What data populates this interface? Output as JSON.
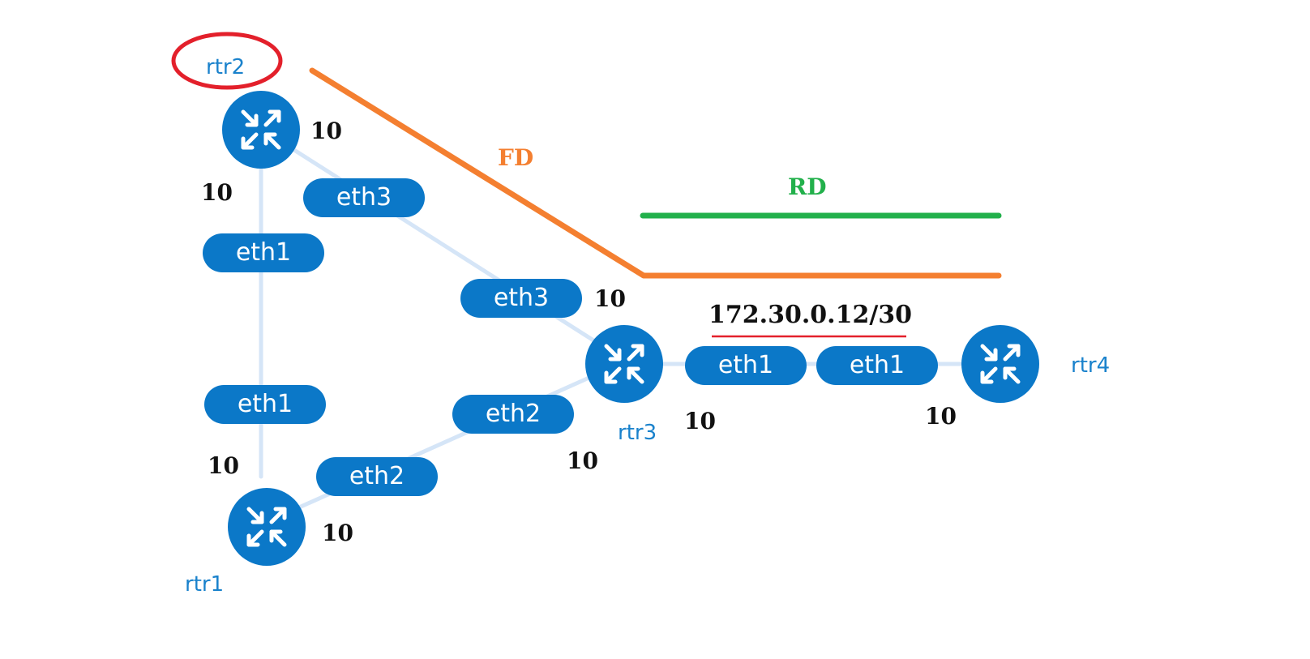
{
  "colors": {
    "node": "#0b78c8",
    "label": "#1a82cc",
    "link": "#d5e5f7",
    "fd": "#f47f30",
    "rd": "#22b04b",
    "highlight": "#e3202b",
    "underline": "#e3202b"
  },
  "nodes": {
    "rtr1": {
      "label": "rtr1",
      "icon": "router-icon"
    },
    "rtr2": {
      "label": "rtr2",
      "icon": "router-icon"
    },
    "rtr3": {
      "label": "rtr3",
      "icon": "router-icon"
    },
    "rtr4": {
      "label": "rtr4",
      "icon": "router-icon"
    }
  },
  "interfaces": {
    "rtr2_eth3": "eth3",
    "rtr2_eth1": "eth1",
    "rtr3_eth3": "eth3",
    "rtr3_eth2": "eth2",
    "rtr3_eth1": "eth1",
    "rtr4_eth1": "eth1",
    "rtr1_eth1": "eth1",
    "rtr1_eth2": "eth2"
  },
  "metrics": {
    "rtr2_right": "10",
    "rtr2_below": "10",
    "rtr3_eth3": "10",
    "rtr3_eth2": "10",
    "rtr3_eth1": "10",
    "rtr4_eth1": "10",
    "rtr1_eth1": "10",
    "rtr1_eth2": "10"
  },
  "annotations": {
    "fd_label": "FD",
    "rd_label": "RD",
    "subnet": "172.30.0.12/30"
  }
}
